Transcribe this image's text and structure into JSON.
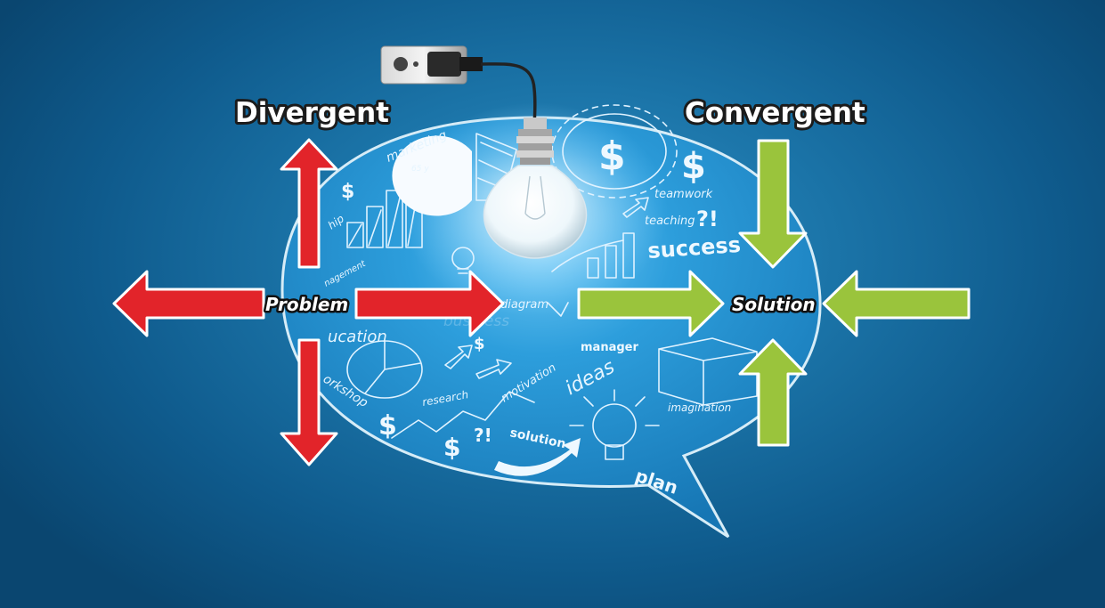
{
  "headings": {
    "divergent": "Divergent",
    "convergent": "Convergent"
  },
  "labels": {
    "problem": "Problem",
    "solution": "Solution"
  },
  "doodle_words": {
    "marketing": "marketing",
    "teamwork": "teamwork",
    "teaching": "teaching",
    "success": "success",
    "diagram": "diagram",
    "manager": "manager",
    "ideas": "ideas",
    "imagination": "imagination",
    "motivation": "motivation",
    "research": "research",
    "solution": "solution",
    "plan": "plan",
    "education": "ucation",
    "workshop": "orkshop",
    "management": "nagement",
    "ship": "hip",
    "business": "business",
    "percent": "65 y"
  },
  "colors": {
    "divergent_arrow": "#e2242a",
    "convergent_arrow": "#9ac43c",
    "bubble": "#1e8ed0",
    "background": "#15679c"
  }
}
